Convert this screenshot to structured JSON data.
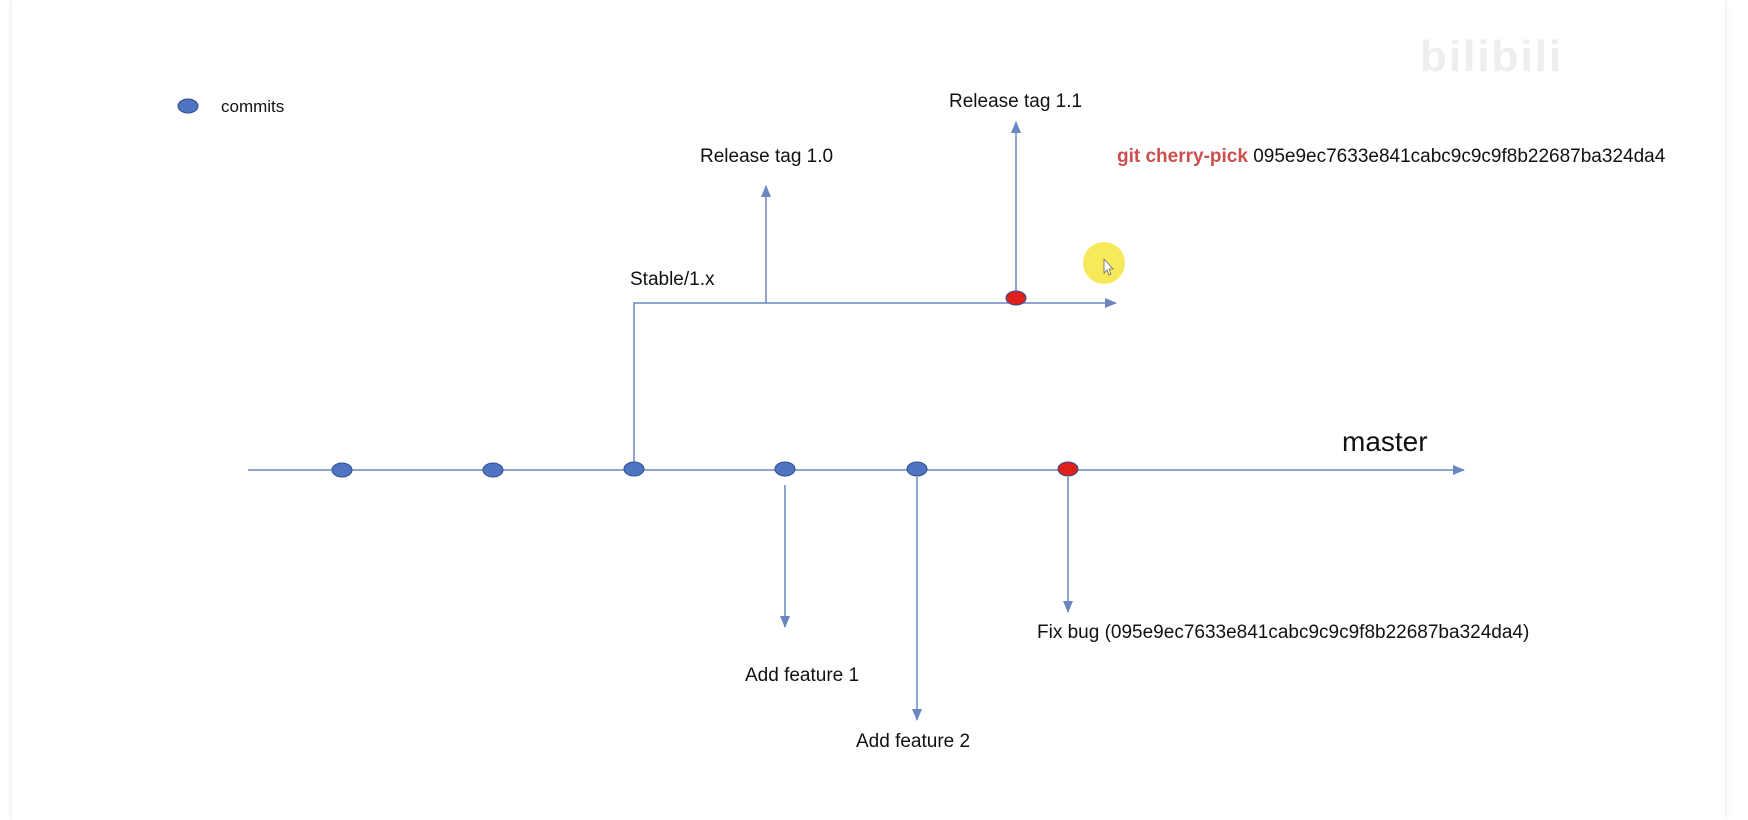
{
  "legend": {
    "label": "commits"
  },
  "branches": {
    "master": "master",
    "stable": "Stable/1.x"
  },
  "tags": {
    "release_1_0": "Release tag 1.0",
    "release_1_1": "Release tag 1.1"
  },
  "commits_labels": {
    "feature1": "Add feature 1",
    "feature2": "Add feature 2",
    "fix_bug": "Fix bug (095e9ec7633e841cabc9c9c9f8b22687ba324da4)"
  },
  "command": {
    "name": "git cherry-pick",
    "hash": "095e9ec7633e841cabc9c9c9f8b22687ba324da4"
  },
  "watermark": "bilibili",
  "colors": {
    "line": "#6a86bf",
    "commit_fill": "#4e74c2",
    "commit_stroke": "#2f4f8f",
    "highlight_fill": "#e0201b",
    "highlight_stroke": "#2f4f8f",
    "command": "#cc4f4f",
    "cursor_highlight": "#f7e748"
  },
  "icons": {
    "cursor": "mouse-pointer-icon"
  }
}
